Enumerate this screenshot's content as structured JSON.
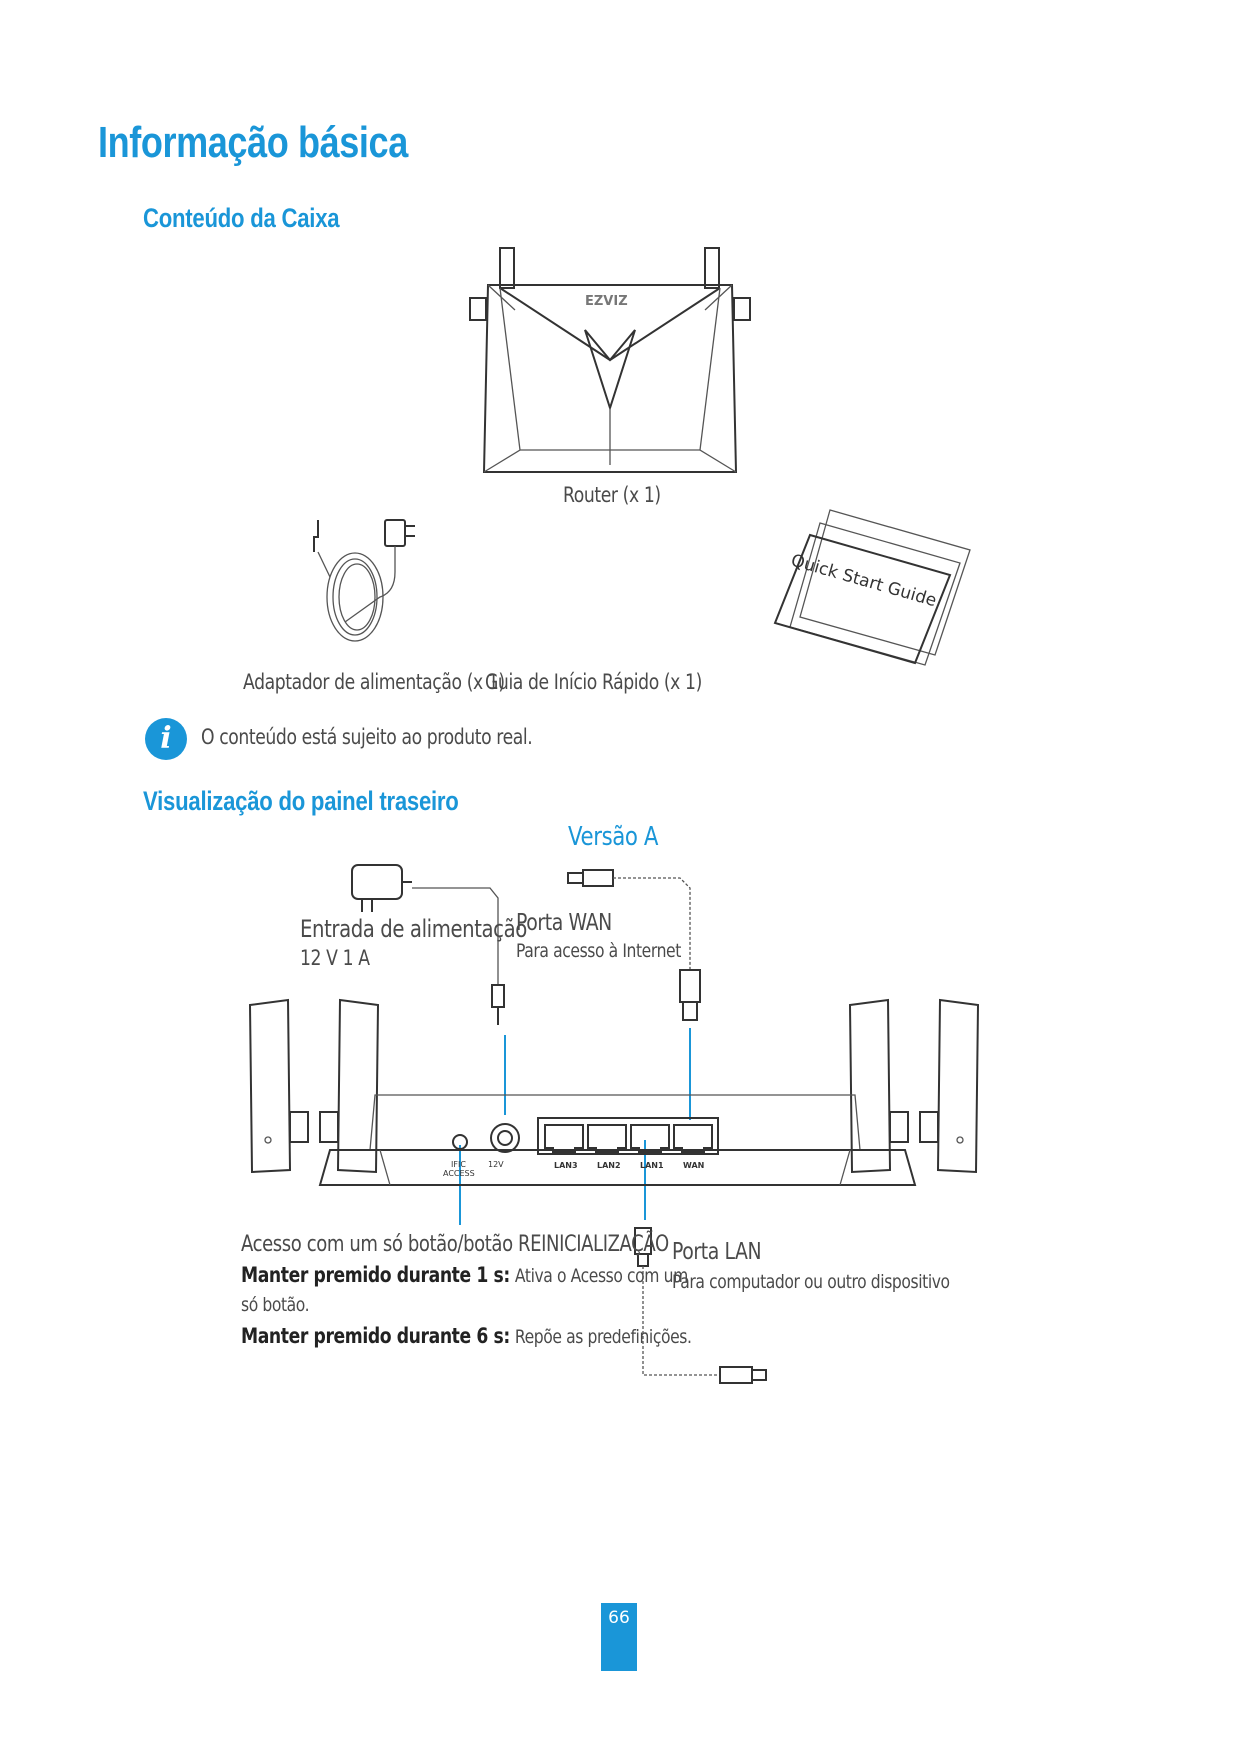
{
  "page": {
    "title": "Informação básica",
    "page_number": "66"
  },
  "box_contents": {
    "heading": "Conteúdo da Caixa",
    "router_caption": "Router (x 1)",
    "router_brand": "EZVIZ",
    "adapter_caption": "Adaptador de alimentação (x 1)",
    "guide_caption": "Guia de Início Rápido (x 1)",
    "guide_cover_text": "Quick Start Guide",
    "note_icon": "info-icon",
    "note_text": "O conteúdo está sujeito ao produto real."
  },
  "rear_panel": {
    "heading": "Visualização do painel traseiro",
    "version_label": "Versão A",
    "power_input": {
      "title": "Entrada de alimentação",
      "spec": "12 V 1 A"
    },
    "wan_port": {
      "title": "Porta WAN",
      "subtitle": "Para acesso à Internet"
    },
    "reset_button": {
      "title": "Acesso com um só botão/botão REINICIALIZAÇÃO",
      "hold1_label": "Manter premido durante 1 s:",
      "hold1_text": "Ativa o Acesso com um só botão.",
      "hold1_text_a": "Ativa o Acesso com um",
      "hold1_text_b": "só botão.",
      "hold6_label": "Manter premido durante 6 s:",
      "hold6_text": "Repõe as predefinições."
    },
    "lan_port": {
      "title": "Porta LAN",
      "subtitle": "Para computador ou outro dispositivo"
    },
    "panel_labels": {
      "ific": "IFIC",
      "access": "ACCESS",
      "power_12v": "12V",
      "lan3": "LAN3",
      "lan2": "LAN2",
      "lan1": "LAN1",
      "wan": "WAN"
    }
  },
  "colors": {
    "accent": "#1a96d8",
    "text": "#4a4a4a"
  }
}
